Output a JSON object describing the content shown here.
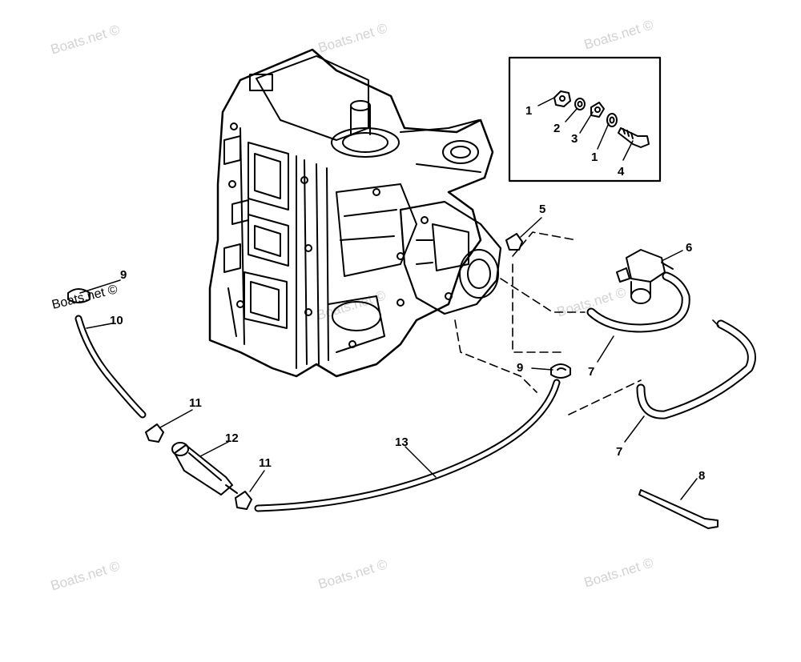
{
  "watermark": "Boats.net ©",
  "callouts": {
    "c1a": "1",
    "c2": "2",
    "c3": "3",
    "c1b": "1",
    "c4": "4",
    "c5": "5",
    "c6": "6",
    "c7a": "7",
    "c7b": "7",
    "c8": "8",
    "c9a": "9",
    "c9b": "9",
    "c10": "10",
    "c11a": "11",
    "c11b": "11",
    "c12": "12",
    "c13": "13"
  },
  "colors": {
    "line": "#000000",
    "watermark": "#d2d2d2",
    "background": "#ffffff"
  }
}
